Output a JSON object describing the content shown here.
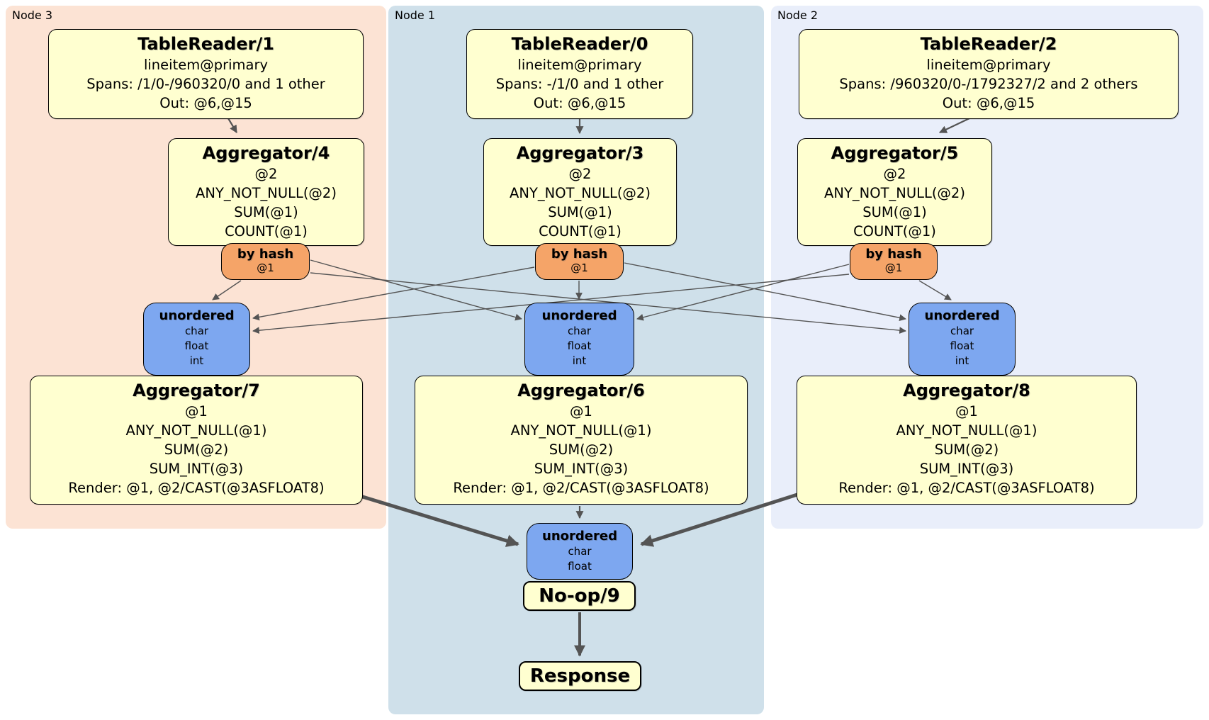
{
  "colors": {
    "node3_bg": "#fce3d4",
    "node1_bg": "#cfe0ea",
    "node2_bg": "#e9eefa",
    "operator_fill": "#ffffd0",
    "router_fill": "#f5a468",
    "sync_fill": "#7da7f0",
    "edge_color": "#545454",
    "border_color": "#000000"
  },
  "groups": [
    {
      "label": "Node 3"
    },
    {
      "label": "Node 1"
    },
    {
      "label": "Node 2"
    }
  ],
  "nodes": {
    "table_readers": [
      {
        "title": "TableReader/1",
        "index": "lineitem@primary",
        "spans": "Spans: /1/0-/960320/0 and 1 other",
        "out": "Out: @6,@15"
      },
      {
        "title": "TableReader/0",
        "index": "lineitem@primary",
        "spans": "Spans: -/1/0 and 1 other",
        "out": "Out: @6,@15"
      },
      {
        "title": "TableReader/2",
        "index": "lineitem@primary",
        "spans": "Spans: /960320/0-/1792327/2 and 2 others",
        "out": "Out: @6,@15"
      }
    ],
    "stage1_aggregators": [
      {
        "title": "Aggregator/4",
        "rows": [
          "@2",
          "ANY_NOT_NULL(@2)",
          "SUM(@1)",
          "COUNT(@1)"
        ]
      },
      {
        "title": "Aggregator/3",
        "rows": [
          "@2",
          "ANY_NOT_NULL(@2)",
          "SUM(@1)",
          "COUNT(@1)"
        ]
      },
      {
        "title": "Aggregator/5",
        "rows": [
          "@2",
          "ANY_NOT_NULL(@2)",
          "SUM(@1)",
          "COUNT(@1)"
        ]
      }
    ],
    "hash_routers": [
      {
        "title": "by hash",
        "detail": "@1"
      },
      {
        "title": "by hash",
        "detail": "@1"
      },
      {
        "title": "by hash",
        "detail": "@1"
      }
    ],
    "unordered_syncs": [
      {
        "title": "unordered",
        "rows": [
          "char",
          "float",
          "int"
        ]
      },
      {
        "title": "unordered",
        "rows": [
          "char",
          "float",
          "int"
        ]
      },
      {
        "title": "unordered",
        "rows": [
          "char",
          "float",
          "int"
        ]
      }
    ],
    "stage2_aggregators": [
      {
        "title": "Aggregator/7",
        "rows": [
          "@1",
          "ANY_NOT_NULL(@1)",
          "SUM(@2)",
          "SUM_INT(@3)",
          "Render: @1, @2/CAST(@3ASFLOAT8)"
        ]
      },
      {
        "title": "Aggregator/6",
        "rows": [
          "@1",
          "ANY_NOT_NULL(@1)",
          "SUM(@2)",
          "SUM_INT(@3)",
          "Render: @1, @2/CAST(@3ASFLOAT8)"
        ]
      },
      {
        "title": "Aggregator/8",
        "rows": [
          "@1",
          "ANY_NOT_NULL(@1)",
          "SUM(@2)",
          "SUM_INT(@3)",
          "Render: @1, @2/CAST(@3ASFLOAT8)"
        ]
      }
    ],
    "final_sync": {
      "title": "unordered",
      "rows": [
        "char",
        "float"
      ]
    },
    "noop": {
      "title": "No-op/9"
    },
    "response": {
      "title": "Response"
    }
  }
}
